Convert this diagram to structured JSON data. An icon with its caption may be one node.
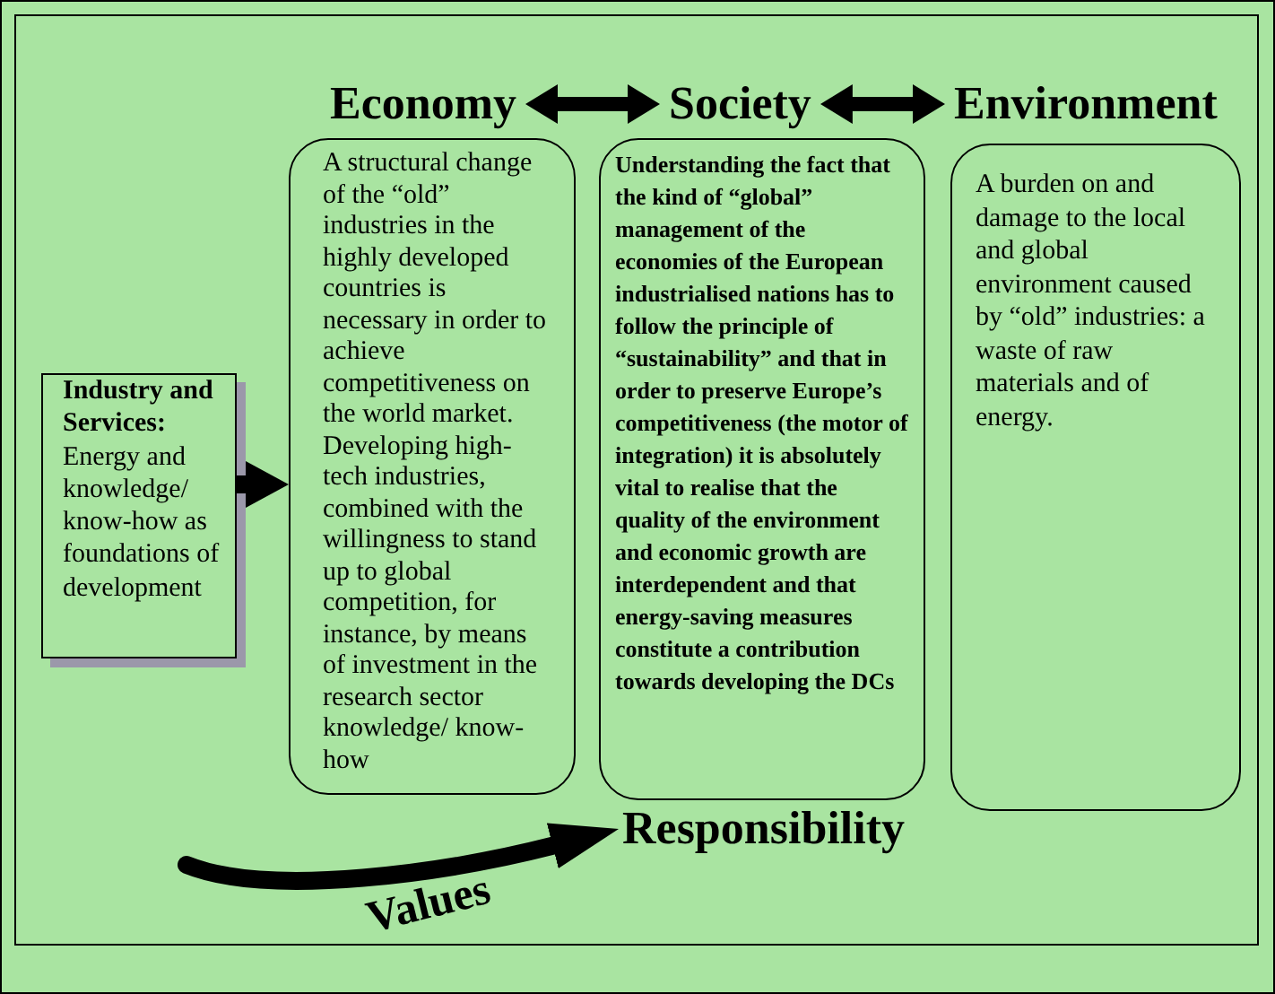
{
  "diagram": {
    "nodes": [
      {
        "text": [
          "Industry and Services:",
          "Energy and knowledge/ know-how as foundations of development"
        ]
      },
      {
        "text": [
          "Economy"
        ]
      },
      {
        "text": [
          "Society"
        ]
      },
      {
        "text": [
          "Environment"
        ]
      },
      {
        "text": [
          "A structural change of the “old” industries in the highly developed countries is necessary in order to achieve competitiveness on the world market. Developing high-tech industries, combined with the willingness to stand up to global competition, for instance, by means of investment in the research sector knowledge/ know-how"
        ]
      },
      {
        "text": [
          "Understanding the fact that the kind of “global” management of the economies of the European industrialised nations has to follow the principle of “sustainability” and that in order to preserve Europe’s competitiveness (the motor of integration) it is absolutely vital to realise that the quality of the environment and economic growth are interdependent and that energy-saving measures constitute a contribution towards developing the DCs"
        ]
      },
      {
        "text": [
          "A burden on and damage to the local and global environment caused by “old” industries: a waste of raw materials and of energy."
        ]
      },
      {
        "text": [
          "Responsibility"
        ]
      }
    ],
    "edges": [
      {
        "from": 0,
        "to": 4,
        "arrow": "to"
      },
      {
        "from": 1,
        "to": 2,
        "arrow": "both"
      },
      {
        "from": 2,
        "to": 3,
        "arrow": "both"
      },
      {
        "from": null,
        "to": 7,
        "arrow": "to",
        "label": "Values"
      }
    ]
  }
}
